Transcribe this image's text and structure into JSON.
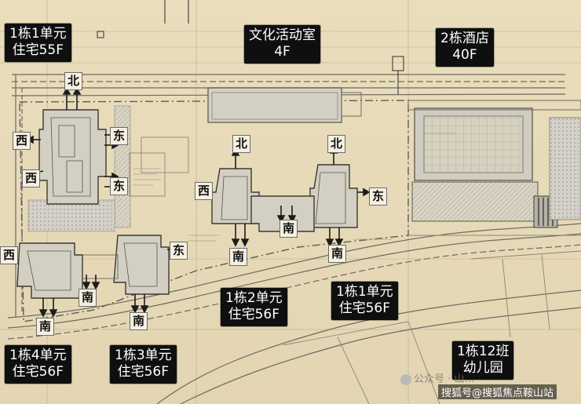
{
  "labels": {
    "b1u1_55": {
      "line1": "1栋1单元",
      "line2": "住宅55F"
    },
    "culture": {
      "line1": "文化活动室",
      "line2": "4F"
    },
    "hotel": {
      "line1": "2栋酒店",
      "line2": "40F"
    },
    "b1u2": {
      "line1": "1栋2单元",
      "line2": "住宅56F"
    },
    "b1u1_56": {
      "line1": "1栋1单元",
      "line2": "住宅56F"
    },
    "b1u4": {
      "line1": "1栋4单元",
      "line2": "住宅56F"
    },
    "b1u3": {
      "line1": "1栋3单元",
      "line2": "住宅56F"
    },
    "kindergarten": {
      "line1": "1栋12班",
      "line2": "幼儿园"
    }
  },
  "directions": {
    "north": "北",
    "south": "南",
    "east": "东",
    "west": "西"
  },
  "watermarks": {
    "wechat": "公众号 · 山…",
    "sohu": "搜狐号@搜狐焦点鞍山站"
  },
  "colors": {
    "paper": "#e8dcbb",
    "line": "#6e6a62",
    "label_bg": "#0f0f0f",
    "label_text": "#ffffff"
  }
}
